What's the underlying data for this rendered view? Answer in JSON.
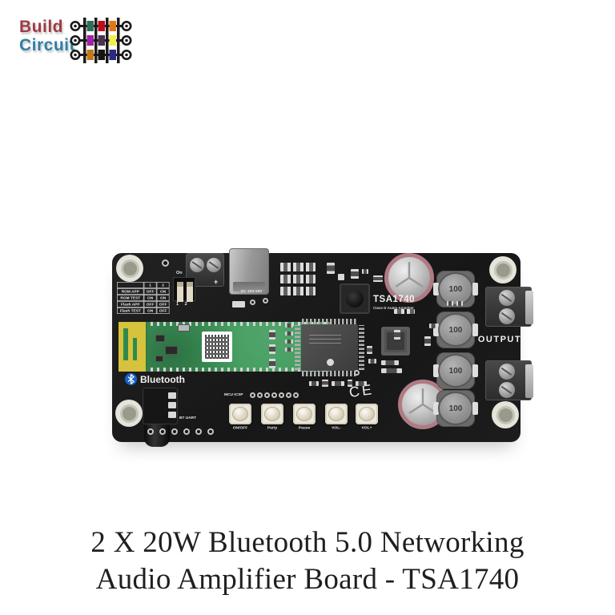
{
  "logo": {
    "line1": "Build",
    "line2": "Circuit",
    "line1_color": "#9e3a45",
    "line2_color": "#2f7fa5",
    "icon_colors": [
      "#2f6f55",
      "#c00d1e",
      "#e07818",
      "#a024a8",
      "#4a3350",
      "#f0ee4a",
      "#c07818",
      "#151515",
      "#2a2a85"
    ]
  },
  "board": {
    "color": "#1a1a1a",
    "power_terminal": {
      "minus": "-",
      "plus": "+",
      "label": "DC 10V-18V"
    },
    "config_table": {
      "headers": [
        "",
        "1",
        "2"
      ],
      "rows": [
        [
          "ROM APP",
          "OFF",
          "ON"
        ],
        [
          "ROM TEST",
          "ON",
          "ON"
        ],
        [
          "Flash APP",
          "OFF",
          "OFF"
        ],
        [
          "Flash TEST",
          "ON",
          "OFF"
        ]
      ]
    },
    "dip": {
      "on": "On",
      "nums": "1 2"
    },
    "bluetooth_label": "Bluetooth",
    "bt_uart": "BT UART",
    "mcu_icsp": "MCU ICSP",
    "buttons": [
      {
        "label": "ON/OFF"
      },
      {
        "label": "Party"
      },
      {
        "label": "Pause"
      },
      {
        "label": "VOL-"
      },
      {
        "label": "VOL+"
      }
    ],
    "ce": "CE",
    "model": "TSA1740",
    "model_sub": "Class D Audio Amplifier",
    "output": "OUTPUT",
    "inductors": [
      {
        "value": "100"
      },
      {
        "value": "100"
      },
      {
        "value": "100"
      },
      {
        "value": "100"
      }
    ]
  },
  "title": {
    "line1": "2 X 20W Bluetooth 5.0 Networking",
    "line2": "Audio Amplifier Board - TSA1740"
  }
}
